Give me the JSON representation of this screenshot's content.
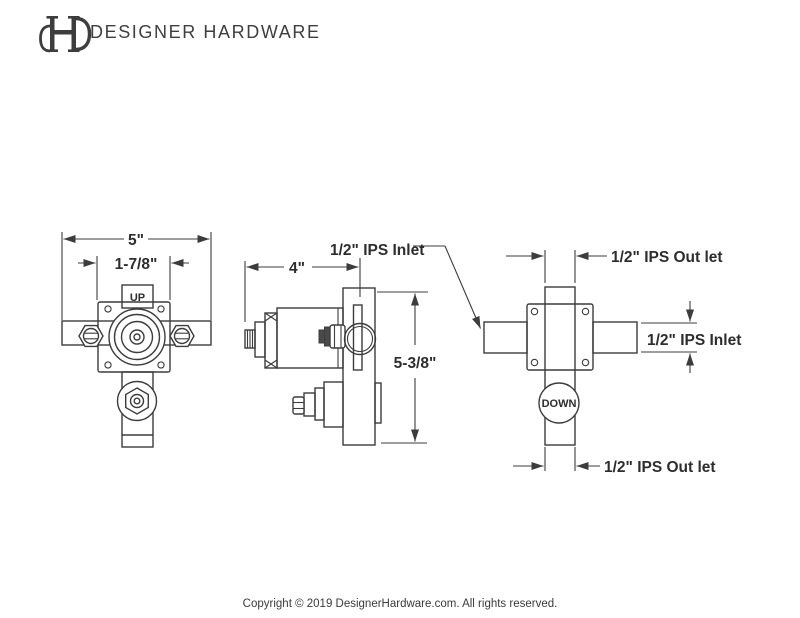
{
  "header": {
    "brand": "DESIGNER HARDWARE",
    "logo_icon": "dh-monogram-icon"
  },
  "colors": {
    "line": "#3c3c3c",
    "text": "#2d2d2d",
    "brand_text": "#3e3e3e"
  },
  "diagram": {
    "front_view": {
      "overall_width_dim": "5\"",
      "inner_width_dim": "1-7/8\"",
      "up_label": "UP"
    },
    "side_view": {
      "depth_dim": "4\"",
      "height_dim": "5-3/8\"",
      "inlet_label": "1/2\" IPS Inlet"
    },
    "back_view": {
      "top_outlet_label": "1/2\" IPS Out let",
      "right_inlet_label": "1/2\" IPS Inlet",
      "bottom_outlet_label": "1/2\" IPS Out let",
      "down_label": "DOWN"
    }
  },
  "footer": {
    "copyright": "Copyright © 2019 DesignerHardware.com. All rights reserved."
  }
}
